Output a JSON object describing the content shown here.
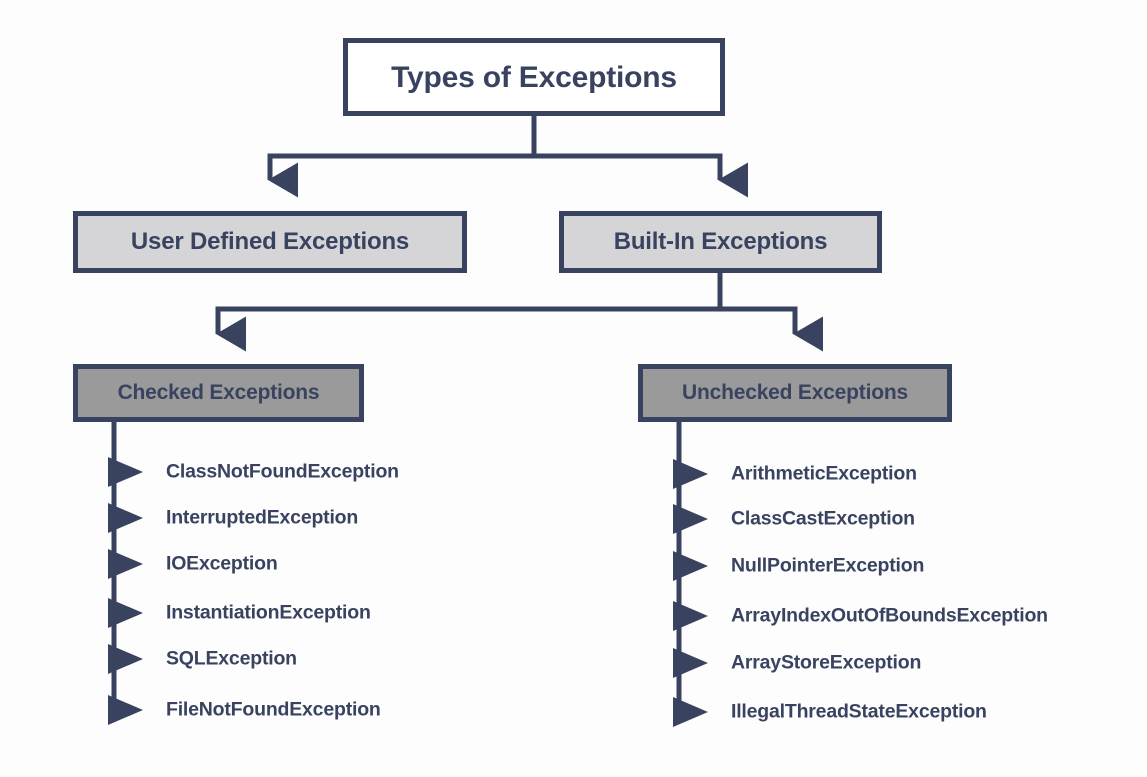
{
  "diagram": {
    "title": "Types of Exceptions",
    "type": "hierarchy-tree",
    "colors": {
      "stroke": "#394360",
      "text": "#394360",
      "background": "#fdfdfd",
      "root_fill": "#ffffff",
      "level_two_fill": "#d5d5d7",
      "level_three_fill": "#9a9a9a"
    },
    "root": {
      "label": "Types of Exceptions"
    },
    "level_two": [
      {
        "label": "User Defined Exceptions"
      },
      {
        "label": "Built-In Exceptions"
      }
    ],
    "level_three": [
      {
        "label": "Checked Exceptions"
      },
      {
        "label": "Unchecked Exceptions"
      }
    ],
    "checked_exceptions": [
      "ClassNotFoundException",
      "InterruptedException",
      "IOException",
      "InstantiationException",
      "SQLException",
      "FileNotFoundException"
    ],
    "unchecked_exceptions": [
      "ArithmeticException",
      "ClassCastException",
      "NullPointerException",
      "ArrayIndexOutOfBoundsException",
      "ArrayStoreException",
      "IllegalThreadStateException"
    ]
  }
}
